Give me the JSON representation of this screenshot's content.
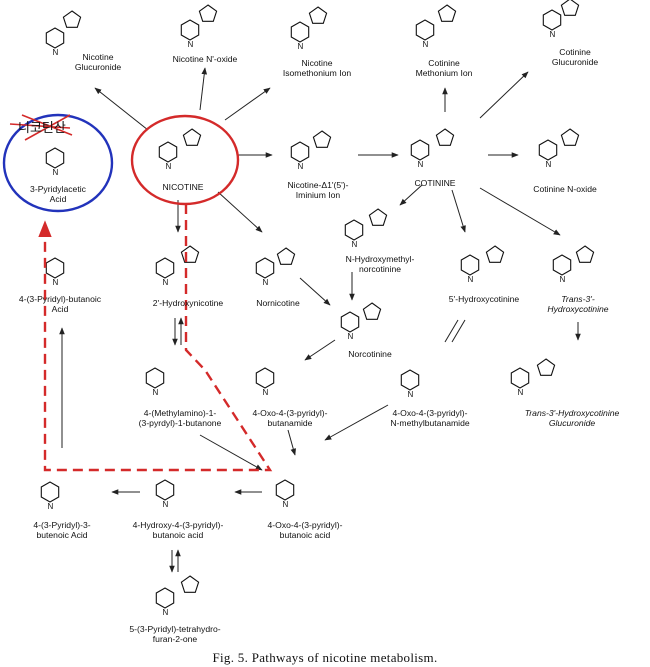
{
  "caption": "Fig. 5. Pathways of nicotine metabolism.",
  "annotation_text": "니코틴산",
  "nodes": {
    "nicotine": "NICOTINE",
    "nicotine_glucuronide": "Nicotine\nGlucuronide",
    "nicotine_n_oxide": "Nicotine N'-oxide",
    "isomethonium": "Nicotine\nIsomethonium Ion",
    "cotinine_methonium": "Cotinine\nMethonium Ion",
    "cotinine_glucuronide": "Cotinine\nGlucuronide",
    "pyridylacetic": "3-Pyridylacetic\nAcid",
    "iminium": "Nicotine-Δ1'(5')-\nIminium Ion",
    "cotinine": "COTININE",
    "cotinine_n_oxide": "Cotinine N-oxide",
    "hydroxymethyl_norcotinine": "N-Hydroxymethyl-\nnorcotinine",
    "butanoic_4_3": "4-(3-Pyridyl)-butanoic\nAcid",
    "hydroxynicotine": "2'-Hydroxynicotine",
    "nornicotine": "Nornicotine",
    "hydroxycotinine_5": "5'-Hydroxycotinine",
    "trans_hydroxycotinine": "Trans-3'-\nHydroxycotinine",
    "norcotinine": "Norcotinine",
    "methylamino_butanone": "4-(Methylamino)-1-\n(3-pyrdyl)-1-butanone",
    "oxo_butanamide": "4-Oxo-4-(3-pyridyl)-\nbutanamide",
    "oxo_methylbutanamide": "4-Oxo-4-(3-pyridyl)-\nN-methylbutanamide",
    "trans_glucuronide": "Trans-3'-Hydroxycotinine\nGlucuronide",
    "butenoic": "4-(3-Pyridyl)-3-\nbutenoic Acid",
    "hydroxy_butanoic": "4-Hydroxy-4-(3-pyridyl)-\nbutanoic acid",
    "oxo_butanoic": "4-Oxo-4-(3-pyridyl)-\nbutanoic acid",
    "tetrahydrofuranone": "5-(3-Pyridyl)-tetrahydro-\nfuran-2-one"
  },
  "colors": {
    "highlight_red": "#d42a2a",
    "highlight_blue": "#2233bb",
    "ink": "#111111"
  }
}
